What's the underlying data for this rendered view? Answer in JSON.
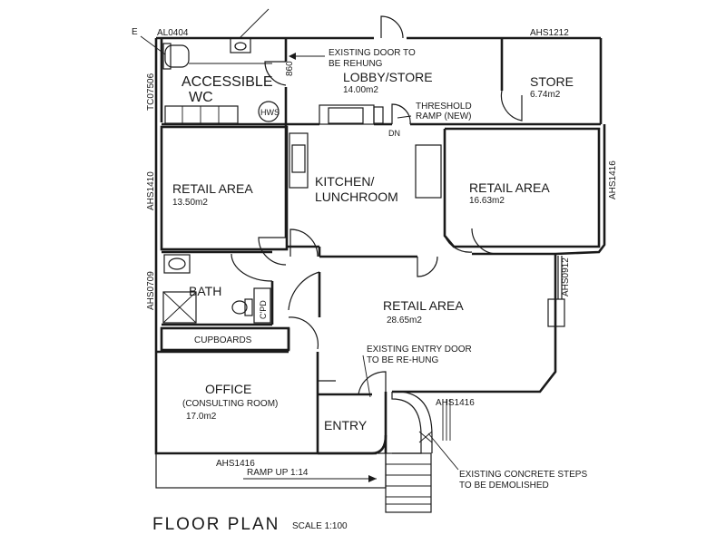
{
  "marks": {
    "e": "E",
    "al0404": "AL0404",
    "ahs1212": "AHS1212",
    "tc07506": "TC07506",
    "ahs1410": "AHS1410",
    "ahs1416_right": "AHS1416",
    "ahs0709": "AHS0709",
    "ahs0912": "AHS0912",
    "ahs1416_entry": "AHS1416",
    "ahs1416_bottom": "AHS1416",
    "d860": "860",
    "hws": "HWS",
    "dn": "DN",
    "cpd": "C'PD"
  },
  "rooms": {
    "accessible_wc": [
      "ACCESSIBLE",
      "WC"
    ],
    "lobby_store": {
      "name": "LOBBY/STORE",
      "area": "14.00m2"
    },
    "store": {
      "name": "STORE",
      "area": "6.74m2"
    },
    "retail_left": {
      "name": "RETAIL AREA",
      "area": "13.50m2"
    },
    "kitchen": [
      "KITCHEN/",
      "LUNCHROOM"
    ],
    "retail_right": {
      "name": "RETAIL AREA",
      "area": "16.63m2"
    },
    "bath": "BATH",
    "cupboards": "CUPBOARDS",
    "retail_main": {
      "name": "RETAIL AREA",
      "area": "28.65m2"
    },
    "office": {
      "name": "OFFICE",
      "sub": "(CONSULTING ROOM)",
      "area": "17.0m2"
    },
    "entry": "ENTRY"
  },
  "notes": {
    "door_rehung": [
      "EXISTING DOOR TO",
      "BE REHUNG"
    ],
    "threshold": [
      "THRESHOLD",
      "RAMP (NEW)"
    ],
    "entry_door": [
      "EXISTING ENTRY DOOR",
      "TO BE RE-HUNG"
    ],
    "steps": [
      "EXISTING CONCRETE STEPS",
      "TO BE DEMOLISHED"
    ],
    "ramp": "RAMP UP 1:14"
  },
  "footer": {
    "title": "FLOOR PLAN",
    "scale": "SCALE 1:100"
  }
}
